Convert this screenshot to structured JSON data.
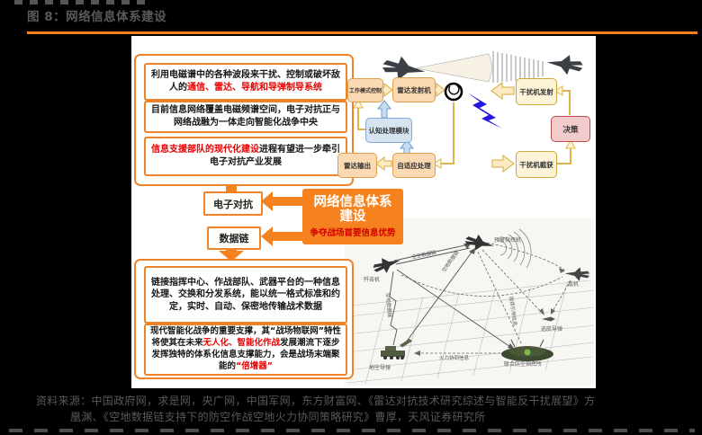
{
  "header": {
    "title": "图 8：网络信息体系建设"
  },
  "left_top": {
    "item1": {
      "black": "利用电磁谱中的各种波段来干扰、控制或破坏敌人的",
      "red": "通信、雷达、导航和导弹制导系统"
    },
    "item2": {
      "text": "目前信息网络覆盖电磁频谱空间，电子对抗正与网络战融为一体走向智能化战争中央"
    },
    "item3": {
      "red": "信息支援部队的现代化建设",
      "black": "进程有望进一步牵引电子对抗产业发展"
    }
  },
  "middle": {
    "ecm": "电子对抗",
    "datalink": "数据链"
  },
  "center": {
    "line1": "网络信息体系",
    "line2": "建设",
    "sub": "争夺战场首要信息优势"
  },
  "bottom": {
    "item1": {
      "text": "链接指挥中心、作战部队、武器平台的一种信息处理、交换和分发系统，能以统一格式标准和约定，实时、自动、保密地传输战术数据"
    },
    "item2": {
      "t1": "现代智能化战争的重要支撑，其“战场物联网”特性将使其在未来",
      "red1": "无人化、智能化作战",
      "t2": "发展潮流下逐步发挥独特的体系化信息支撑能力，会是战场末端聚能的",
      "red2": "“倍增器”"
    }
  },
  "flowchart": {
    "mode_control": "工作模式控制",
    "radar_tx": "雷达发射机",
    "cognitive": "认知处理模块",
    "radar_out": "雷达输出",
    "adaptive": "自适应处理",
    "jammer_tx": "干扰机发射",
    "decision": "决策",
    "jammer_intercept": "干扰机截获"
  },
  "tactical": {
    "awacs": "预警指挥机",
    "fighter": "歼击机",
    "enemy": "敌机",
    "cruise": "巡航导弹",
    "sam": "地空导弹",
    "post": "联合防空指挥所",
    "link_aa": "空空数据链",
    "link_ag": "空地数据链",
    "link_ag2": "空地数据链",
    "link_guide": "指挥引导信息",
    "link_coord": "火力协同信息"
  },
  "footer": {
    "line1": "资料来源：中国政府网，求是网，央广网，中国军网，东方财富网、《雷达对抗技术研究综述与智能反干扰展望》方",
    "line2": "凰渊、《空地数据链支持下的防空作战空地火力协同策略研究》曹厚，天风证券研究所"
  },
  "colors": {
    "accent": "#F5821F",
    "red": "#E60000",
    "title_gray": "#595959"
  }
}
